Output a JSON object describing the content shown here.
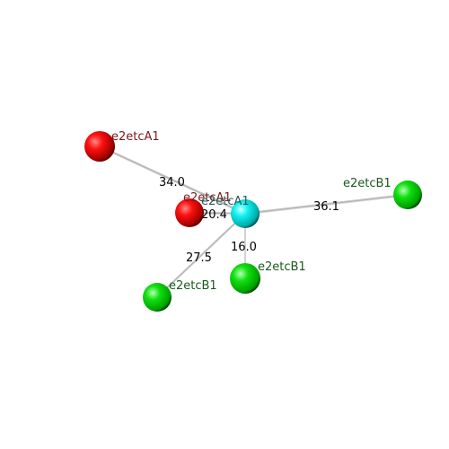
{
  "atoms": [
    {
      "id": "a1",
      "label": "e2etcA1",
      "color": "#e00000",
      "kind": "red"
    },
    {
      "id": "a2",
      "label": "e2etcA1",
      "color": "#e00000",
      "kind": "red"
    },
    {
      "id": "center",
      "label": "e2etcA1",
      "color": "#00e5e5",
      "kind": "cyan"
    },
    {
      "id": "b1",
      "label": "e2etcB1",
      "color": "#00d000",
      "kind": "green"
    },
    {
      "id": "b2",
      "label": "e2etcB1",
      "color": "#00d000",
      "kind": "green"
    },
    {
      "id": "b3",
      "label": "e2etcB1",
      "color": "#00d000",
      "kind": "green"
    }
  ],
  "distances": [
    {
      "from": "a1",
      "to": "center",
      "value": "34.0"
    },
    {
      "from": "a2",
      "to": "center",
      "value": "20.4"
    },
    {
      "from": "b1",
      "to": "center",
      "value": "36.1"
    },
    {
      "from": "b2",
      "to": "center",
      "value": "16.0"
    },
    {
      "from": "b3",
      "to": "center",
      "value": "27.5"
    }
  ],
  "label_colors": {
    "red": "#7a1a1a",
    "cyan": "#2a5a5a",
    "green": "#1a5a1a"
  }
}
